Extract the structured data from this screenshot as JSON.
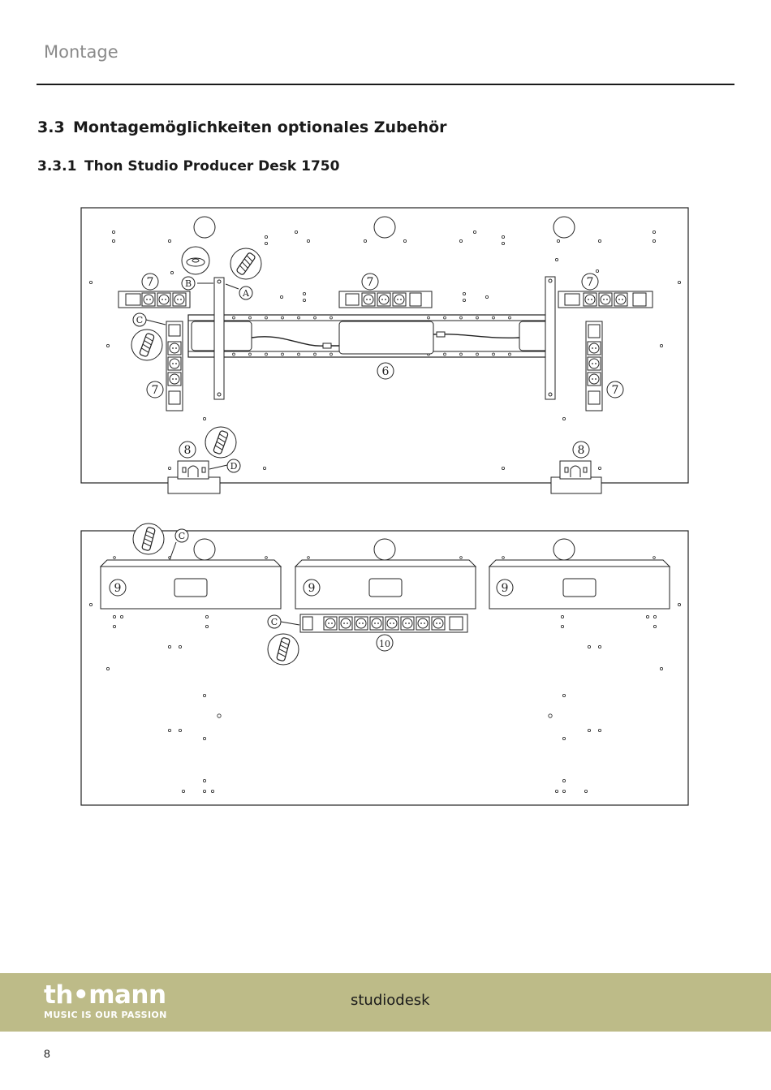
{
  "header": {
    "section": "Montage"
  },
  "headings": {
    "h1_number": "3.3",
    "h1_title": "Montagemöglichkeiten optionales Zubehör",
    "h2_number": "3.3.1",
    "h2_title": "Thon Studio Producer Desk 1750"
  },
  "figure_top": {
    "callouts": {
      "power_strip": "7",
      "psu_rail": "6",
      "speaker_stand": "8"
    },
    "letters": {
      "a": "A",
      "b": "B",
      "c": "C",
      "d": "D"
    }
  },
  "figure_bottom": {
    "callouts": {
      "rack": "9",
      "power_strip": "10"
    },
    "letters": {
      "c": "C"
    }
  },
  "footer": {
    "logo_word": "th•mann",
    "logo_tagline": "MUSIC IS OUR PASSION",
    "product": "studiodesk",
    "page_number": "8"
  },
  "colors": {
    "footer_band": "#bdbb88",
    "text": "#1a1a1a",
    "header_grey": "#8a8a8a"
  }
}
